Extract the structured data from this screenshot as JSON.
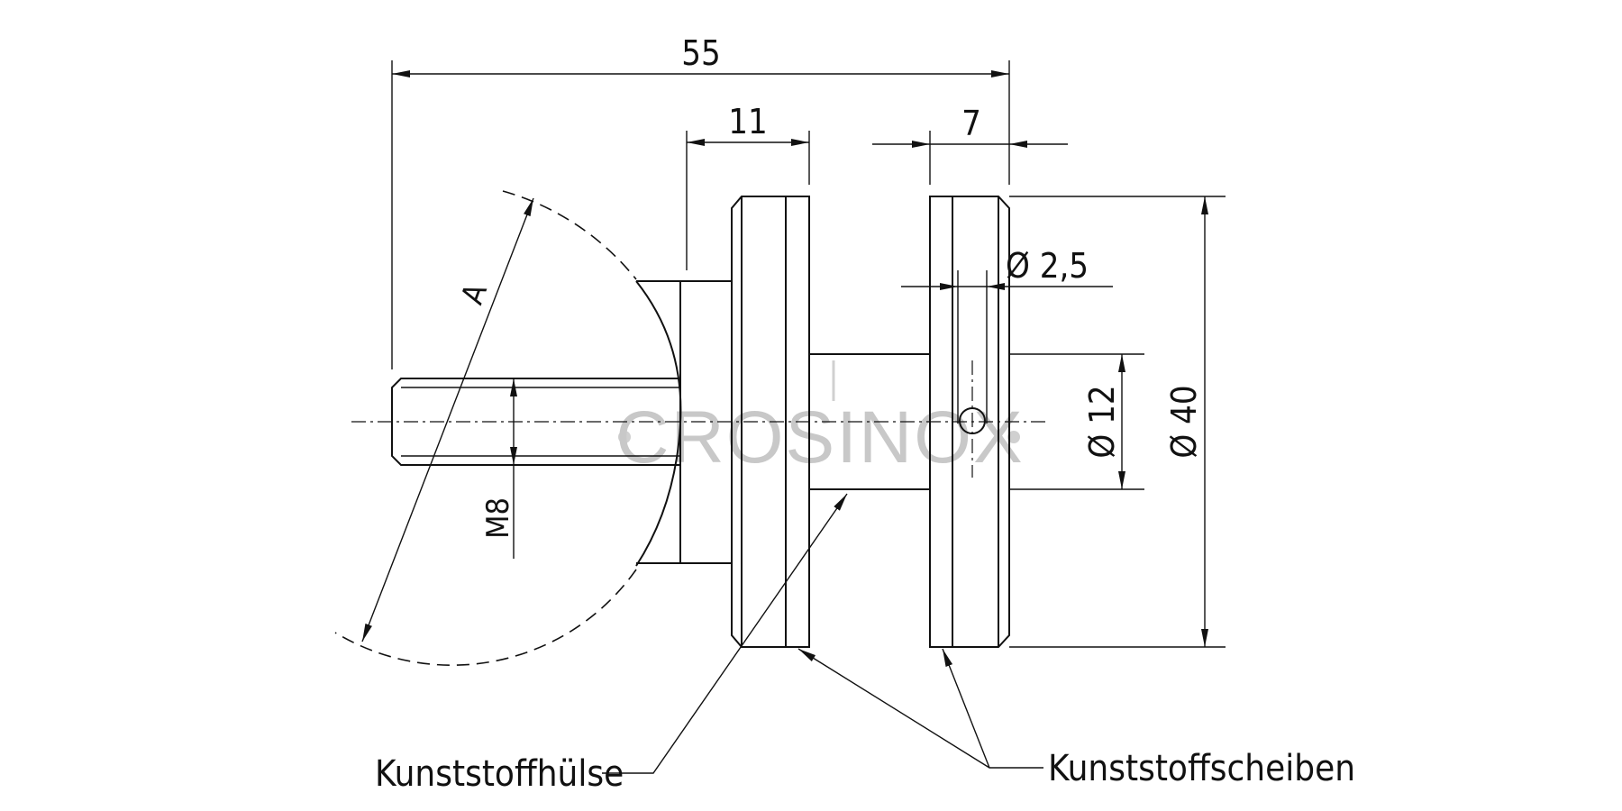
{
  "drawing": {
    "dimensions": {
      "overall_length": "55",
      "sleeve_length": "11",
      "disc_thickness": "7",
      "hole_diameter": "Ø 2,5",
      "shaft_diameter": "Ø 12",
      "disc_diameter": "Ø 40",
      "thread": "M8",
      "radius_label": "A"
    },
    "labels": {
      "sleeve": "Kunststoffhülse",
      "discs": "Kunststoffscheiben"
    },
    "watermark": "CROSINOX",
    "colors": {
      "line": "#111111",
      "watermark": "#c8c8c8",
      "background": "#ffffff"
    }
  }
}
